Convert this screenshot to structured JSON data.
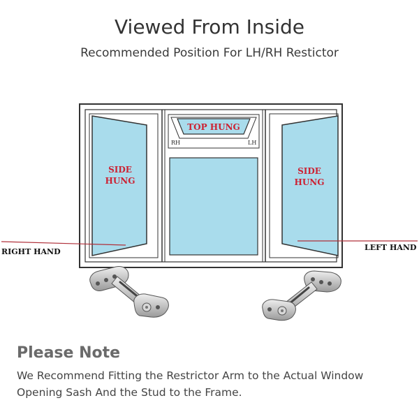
{
  "header": {
    "title": "Viewed From Inside",
    "subtitle": "Recommended Position For LH/RH Restictor"
  },
  "diagram": {
    "top_hung_label": "TOP HUNG",
    "rh_label": "RH",
    "lh_label": "LH",
    "left_sash_label_line1": "SIDE",
    "left_sash_label_line2": "HUNG",
    "right_sash_label_line1": "SIDE",
    "right_sash_label_line2": "HUNG",
    "right_hand_label": "RIGHT HAND",
    "left_hand_label": "LEFT HAND",
    "colors": {
      "glass": "#a9dcec",
      "frame": "#333333",
      "label_red": "#cc2233",
      "pointer": "#b0303a",
      "metal": "#c8c8c8"
    }
  },
  "note": {
    "title": "Please Note",
    "body": "We Recommend Fitting the Restrictor Arm to the Actual Window Opening Sash And the Stud to the Frame."
  }
}
